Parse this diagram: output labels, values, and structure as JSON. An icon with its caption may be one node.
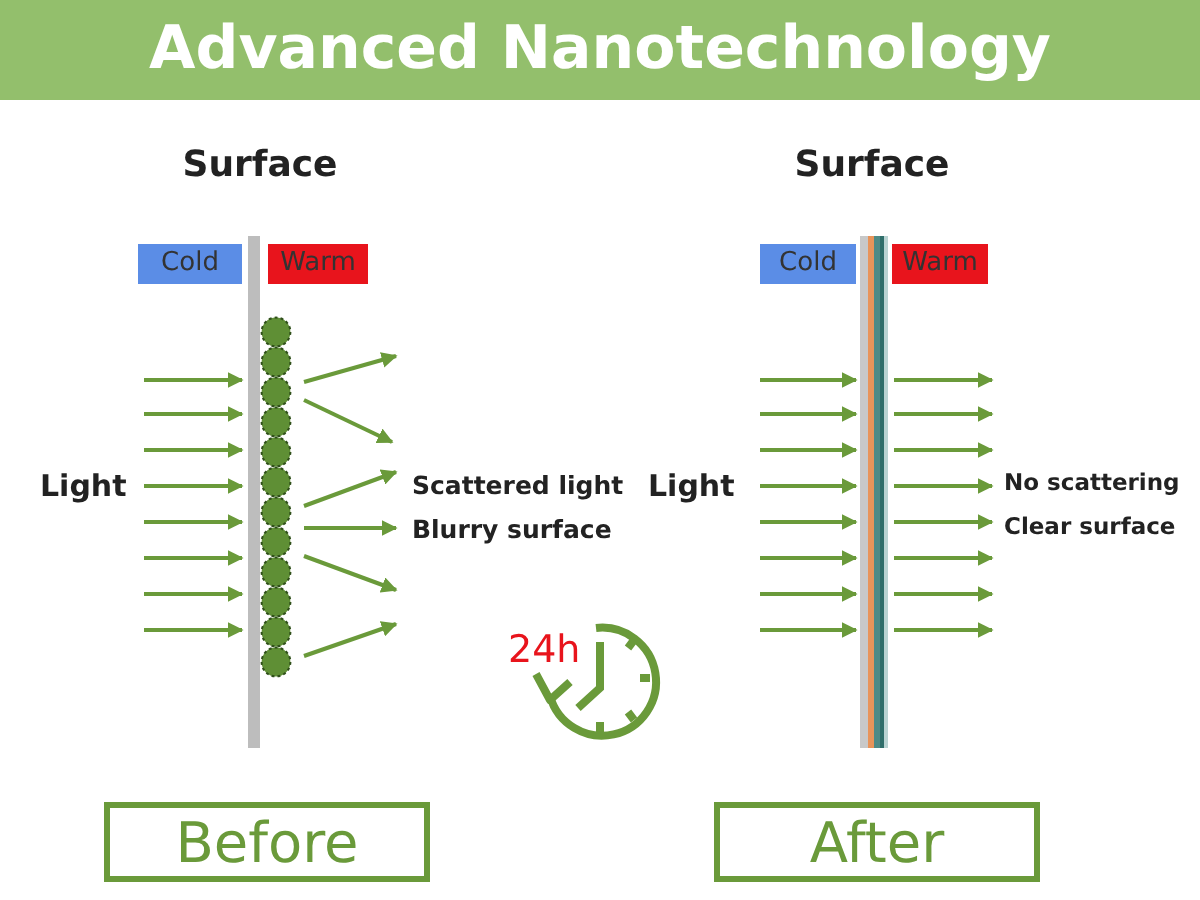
{
  "diagram": {
    "title": "Advanced Nanotechnology",
    "nodes": [
      {
        "text": [
          "Cold"
        ]
      },
      {
        "text": [
          "Warm"
        ]
      },
      {
        "text": [
          "Before"
        ]
      },
      {
        "text": [
          "Cold"
        ]
      },
      {
        "text": [
          "Warm"
        ]
      },
      {
        "text": [
          "After"
        ]
      }
    ],
    "labels": [
      "Surface",
      "Surface",
      "Light",
      "Scattered light",
      "Blurry surface",
      "24h",
      "Light",
      "No scattering",
      "Clear surface"
    ]
  }
}
